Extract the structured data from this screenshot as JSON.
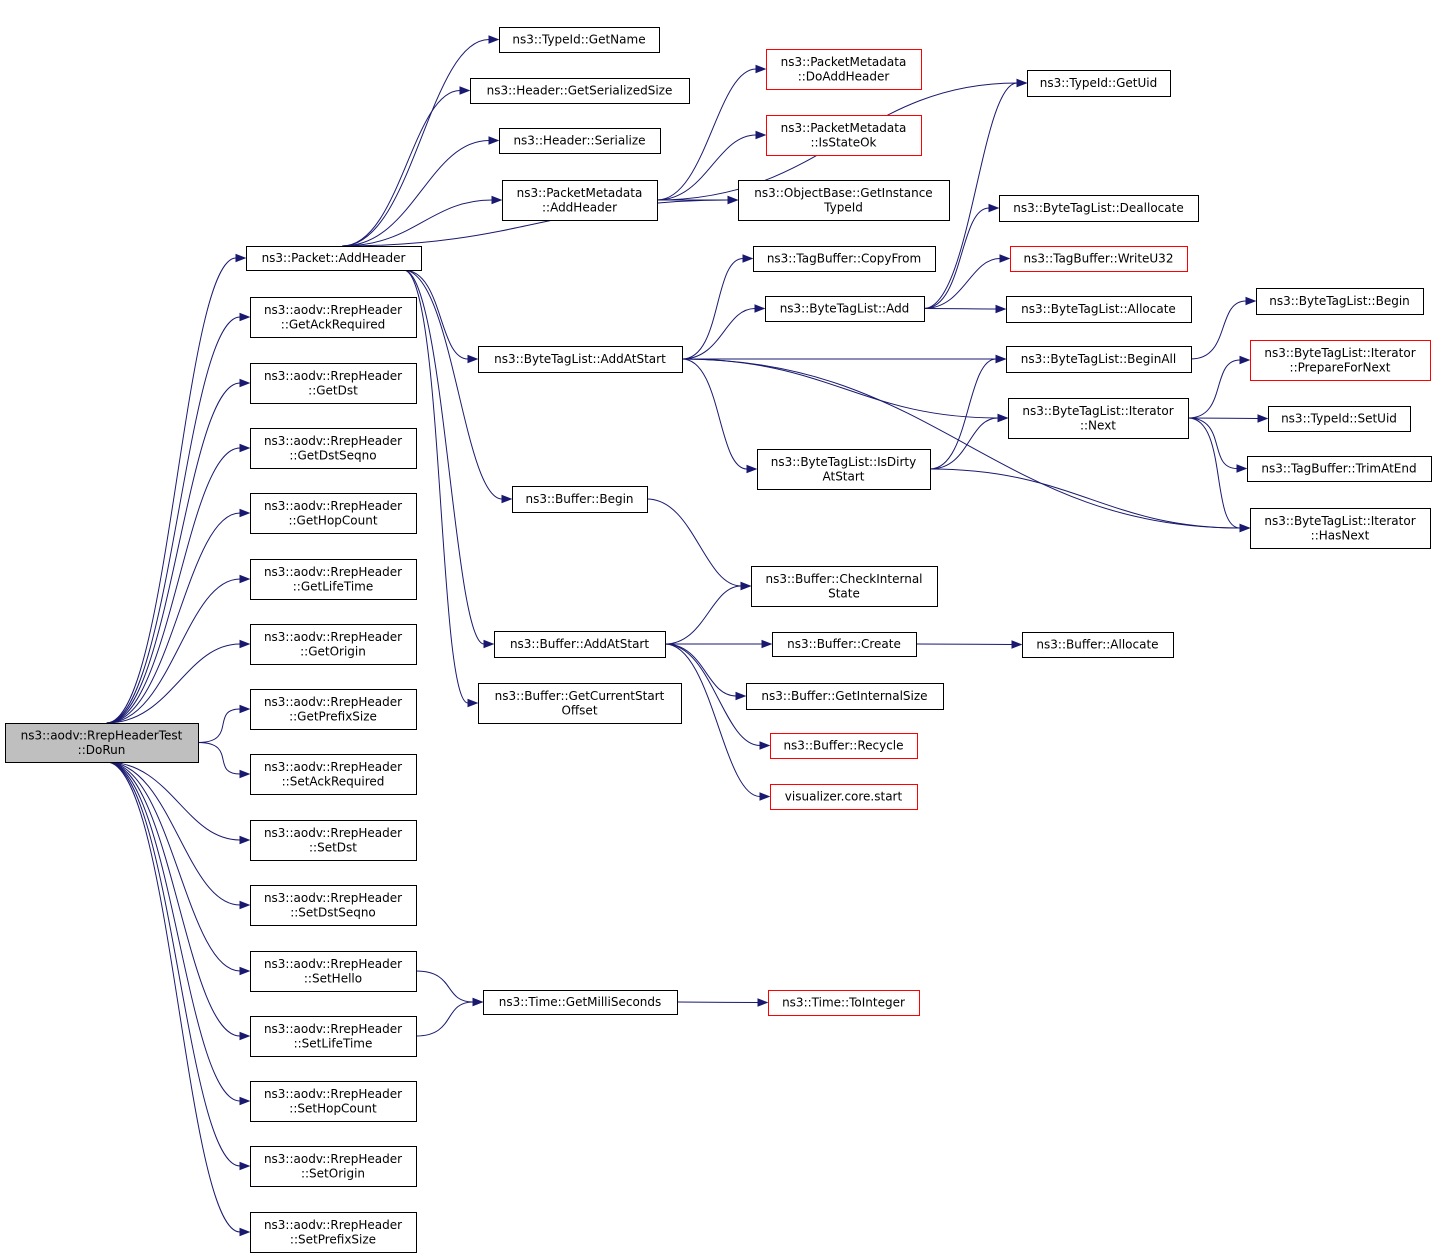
{
  "nodes": [
    {
      "id": "root",
      "lines": [
        "ns3::aodv::RrepHeaderTest",
        "::DoRun"
      ],
      "style": "root"
    },
    {
      "id": "packet_addheader",
      "lines": [
        "ns3::Packet::AddHeader"
      ]
    },
    {
      "id": "getackreq",
      "lines": [
        "ns3::aodv::RrepHeader",
        "::GetAckRequired"
      ]
    },
    {
      "id": "getdst",
      "lines": [
        "ns3::aodv::RrepHeader",
        "::GetDst"
      ]
    },
    {
      "id": "getdstseqno",
      "lines": [
        "ns3::aodv::RrepHeader",
        "::GetDstSeqno"
      ]
    },
    {
      "id": "gethopcount",
      "lines": [
        "ns3::aodv::RrepHeader",
        "::GetHopCount"
      ]
    },
    {
      "id": "getlifetime",
      "lines": [
        "ns3::aodv::RrepHeader",
        "::GetLifeTime"
      ]
    },
    {
      "id": "getorigin",
      "lines": [
        "ns3::aodv::RrepHeader",
        "::GetOrigin"
      ]
    },
    {
      "id": "getprefixsize",
      "lines": [
        "ns3::aodv::RrepHeader",
        "::GetPrefixSize"
      ]
    },
    {
      "id": "setackreq",
      "lines": [
        "ns3::aodv::RrepHeader",
        "::SetAckRequired"
      ]
    },
    {
      "id": "setdst",
      "lines": [
        "ns3::aodv::RrepHeader",
        "::SetDst"
      ]
    },
    {
      "id": "setdstseqno",
      "lines": [
        "ns3::aodv::RrepHeader",
        "::SetDstSeqno"
      ]
    },
    {
      "id": "sethello",
      "lines": [
        "ns3::aodv::RrepHeader",
        "::SetHello"
      ]
    },
    {
      "id": "setlifetime",
      "lines": [
        "ns3::aodv::RrepHeader",
        "::SetLifeTime"
      ]
    },
    {
      "id": "sethopcount",
      "lines": [
        "ns3::aodv::RrepHeader",
        "::SetHopCount"
      ]
    },
    {
      "id": "setorigin",
      "lines": [
        "ns3::aodv::RrepHeader",
        "::SetOrigin"
      ]
    },
    {
      "id": "setprefixsize",
      "lines": [
        "ns3::aodv::RrepHeader",
        "::SetPrefixSize"
      ]
    },
    {
      "id": "typeid_getname",
      "lines": [
        "ns3::TypeId::GetName"
      ]
    },
    {
      "id": "header_getsersize",
      "lines": [
        "ns3::Header::GetSerializedSize"
      ]
    },
    {
      "id": "header_serialize",
      "lines": [
        "ns3::Header::Serialize"
      ]
    },
    {
      "id": "pm_addheader",
      "lines": [
        "ns3::PacketMetadata",
        "::AddHeader"
      ]
    },
    {
      "id": "btl_addatstart",
      "lines": [
        "ns3::ByteTagList::AddAtStart"
      ]
    },
    {
      "id": "buffer_begin",
      "lines": [
        "ns3::Buffer::Begin"
      ]
    },
    {
      "id": "buffer_addatstart",
      "lines": [
        "ns3::Buffer::AddAtStart"
      ]
    },
    {
      "id": "buffer_getcurstart",
      "lines": [
        "ns3::Buffer::GetCurrentStart",
        "Offset"
      ]
    },
    {
      "id": "time_getms",
      "lines": [
        "ns3::Time::GetMilliSeconds"
      ]
    },
    {
      "id": "pm_doaddheader",
      "lines": [
        "ns3::PacketMetadata",
        "::DoAddHeader"
      ],
      "style": "red"
    },
    {
      "id": "pm_isstateok",
      "lines": [
        "ns3::PacketMetadata",
        "::IsStateOk"
      ],
      "style": "red"
    },
    {
      "id": "ob_getinstancetypeid",
      "lines": [
        "ns3::ObjectBase::GetInstance",
        "TypeId"
      ]
    },
    {
      "id": "tagbuffer_copyfrom",
      "lines": [
        "ns3::TagBuffer::CopyFrom"
      ]
    },
    {
      "id": "btl_add",
      "lines": [
        "ns3::ByteTagList::Add"
      ]
    },
    {
      "id": "btl_isdirty",
      "lines": [
        "ns3::ByteTagList::IsDirty",
        "AtStart"
      ]
    },
    {
      "id": "buffer_checkinternal",
      "lines": [
        "ns3::Buffer::CheckInternal",
        "State"
      ]
    },
    {
      "id": "buffer_create",
      "lines": [
        "ns3::Buffer::Create"
      ]
    },
    {
      "id": "buffer_getinternalsize",
      "lines": [
        "ns3::Buffer::GetInternalSize"
      ]
    },
    {
      "id": "buffer_recycle",
      "lines": [
        "ns3::Buffer::Recycle"
      ],
      "style": "red"
    },
    {
      "id": "visualizer_start",
      "lines": [
        "visualizer.core.start"
      ],
      "style": "red"
    },
    {
      "id": "time_tointeger",
      "lines": [
        "ns3::Time::ToInteger"
      ],
      "style": "red"
    },
    {
      "id": "typeid_getuid",
      "lines": [
        "ns3::TypeId::GetUid"
      ]
    },
    {
      "id": "btl_deallocate",
      "lines": [
        "ns3::ByteTagList::Deallocate"
      ]
    },
    {
      "id": "tagbuffer_writeu32",
      "lines": [
        "ns3::TagBuffer::WriteU32"
      ],
      "style": "red"
    },
    {
      "id": "btl_allocate",
      "lines": [
        "ns3::ByteTagList::Allocate"
      ]
    },
    {
      "id": "btl_beginall",
      "lines": [
        "ns3::ByteTagList::BeginAll"
      ]
    },
    {
      "id": "btl_iter_next",
      "lines": [
        "ns3::ByteTagList::Iterator",
        "::Next"
      ]
    },
    {
      "id": "buffer_allocate",
      "lines": [
        "ns3::Buffer::Allocate"
      ]
    },
    {
      "id": "btl_begin",
      "lines": [
        "ns3::ByteTagList::Begin"
      ]
    },
    {
      "id": "btl_iter_prepare",
      "lines": [
        "ns3::ByteTagList::Iterator",
        "::PrepareForNext"
      ],
      "style": "red"
    },
    {
      "id": "typeid_setuid",
      "lines": [
        "ns3::TypeId::SetUid"
      ]
    },
    {
      "id": "tagbuffer_trimatend",
      "lines": [
        "ns3::TagBuffer::TrimAtEnd"
      ]
    },
    {
      "id": "btl_iter_hasnext",
      "lines": [
        "ns3::ByteTagList::Iterator",
        "::HasNext"
      ]
    }
  ],
  "edges": [
    [
      "root",
      "packet_addheader"
    ],
    [
      "root",
      "getackreq"
    ],
    [
      "root",
      "getdst"
    ],
    [
      "root",
      "getdstseqno"
    ],
    [
      "root",
      "gethopcount"
    ],
    [
      "root",
      "getlifetime"
    ],
    [
      "root",
      "getorigin"
    ],
    [
      "root",
      "getprefixsize"
    ],
    [
      "root",
      "setackreq"
    ],
    [
      "root",
      "setdst"
    ],
    [
      "root",
      "setdstseqno"
    ],
    [
      "root",
      "sethello"
    ],
    [
      "root",
      "setlifetime"
    ],
    [
      "root",
      "sethopcount"
    ],
    [
      "root",
      "setorigin"
    ],
    [
      "root",
      "setprefixsize"
    ],
    [
      "packet_addheader",
      "typeid_getname"
    ],
    [
      "packet_addheader",
      "header_getsersize"
    ],
    [
      "packet_addheader",
      "header_serialize"
    ],
    [
      "packet_addheader",
      "pm_addheader"
    ],
    [
      "packet_addheader",
      "ob_getinstancetypeid"
    ],
    [
      "packet_addheader",
      "btl_addatstart"
    ],
    [
      "packet_addheader",
      "buffer_begin"
    ],
    [
      "packet_addheader",
      "buffer_addatstart"
    ],
    [
      "packet_addheader",
      "buffer_getcurstart"
    ],
    [
      "pm_addheader",
      "pm_doaddheader"
    ],
    [
      "pm_addheader",
      "pm_isstateok"
    ],
    [
      "pm_addheader",
      "ob_getinstancetypeid"
    ],
    [
      "pm_addheader",
      "typeid_getuid"
    ],
    [
      "btl_addatstart",
      "tagbuffer_copyfrom"
    ],
    [
      "btl_addatstart",
      "btl_add"
    ],
    [
      "btl_addatstart",
      "btl_beginall"
    ],
    [
      "btl_addatstart",
      "btl_iter_next"
    ],
    [
      "btl_addatstart",
      "btl_isdirty"
    ],
    [
      "btl_addatstart",
      "btl_iter_hasnext"
    ],
    [
      "btl_add",
      "typeid_getuid"
    ],
    [
      "btl_add",
      "btl_deallocate"
    ],
    [
      "btl_add",
      "tagbuffer_writeu32"
    ],
    [
      "btl_add",
      "btl_allocate"
    ],
    [
      "btl_isdirty",
      "btl_beginall"
    ],
    [
      "btl_isdirty",
      "btl_iter_next"
    ],
    [
      "btl_isdirty",
      "btl_iter_hasnext"
    ],
    [
      "btl_beginall",
      "btl_begin"
    ],
    [
      "btl_iter_next",
      "btl_iter_prepare"
    ],
    [
      "btl_iter_next",
      "typeid_setuid"
    ],
    [
      "btl_iter_next",
      "tagbuffer_trimatend"
    ],
    [
      "btl_iter_next",
      "btl_iter_hasnext"
    ],
    [
      "buffer_begin",
      "buffer_checkinternal"
    ],
    [
      "buffer_addatstart",
      "buffer_checkinternal"
    ],
    [
      "buffer_addatstart",
      "buffer_create"
    ],
    [
      "buffer_addatstart",
      "buffer_getinternalsize"
    ],
    [
      "buffer_addatstart",
      "buffer_recycle"
    ],
    [
      "buffer_addatstart",
      "visualizer_start"
    ],
    [
      "buffer_create",
      "buffer_allocate"
    ],
    [
      "sethello",
      "time_getms"
    ],
    [
      "setlifetime",
      "time_getms"
    ],
    [
      "time_getms",
      "time_tointeger"
    ]
  ]
}
